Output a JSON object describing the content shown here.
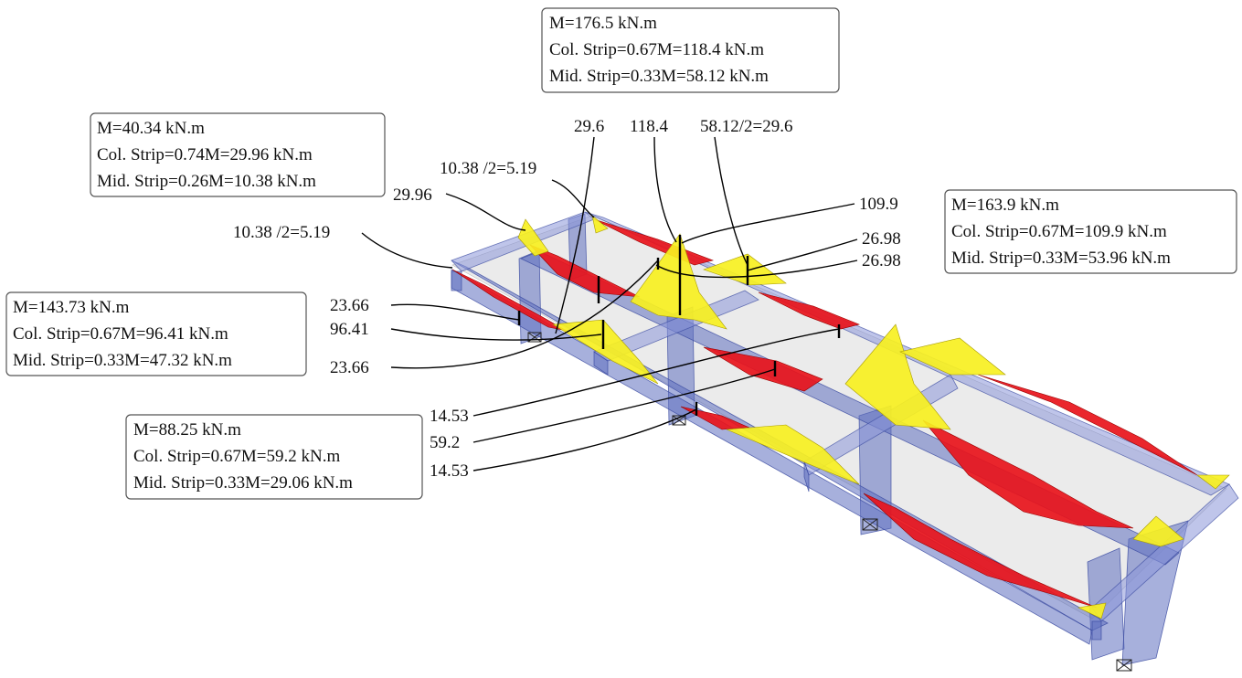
{
  "boxes": {
    "top": {
      "line1": "M=176.5 kN.m",
      "line2": "Col. Strip=0.67M=118.4 kN.m",
      "line3": "Mid. Strip=0.33M=58.12 kN.m"
    },
    "left_upper": {
      "line1": "M=40.34 kN.m",
      "line2": "Col. Strip=0.74M=29.96 kN.m",
      "line3": "Mid. Strip=0.26M=10.38 kN.m"
    },
    "right": {
      "line1": "M=163.9 kN.m",
      "line2": "Col. Strip=0.67M=109.9 kN.m",
      "line3": "Mid. Strip=0.33M=53.96 kN.m"
    },
    "left_mid": {
      "line1": "M=143.73 kN.m",
      "line2": "Col. Strip=0.67M=96.41 kN.m",
      "line3": "Mid. Strip=0.33M=47.32 kN.m"
    },
    "bottom": {
      "line1": "M=88.25 kN.m",
      "line2": "Col. Strip=0.67M=59.2 kN.m",
      "line3": "Mid. Strip=0.33M=29.06 kN.m"
    }
  },
  "labels": {
    "l_29_6": "29.6",
    "l_118_4": "118.4",
    "l_58_half": "58.12/2=29.6",
    "l_10_38_top": "10.38 /2=5.19",
    "l_29_96": "29.96",
    "l_109_9": "109.9",
    "l_10_38_left": "10.38 /2=5.19",
    "l_26_98_a": "26.98",
    "l_26_98_b": "26.98",
    "l_23_66_a": "23.66",
    "l_96_41": "96.41",
    "l_23_66_b": "23.66",
    "l_14_53_a": "14.53",
    "l_59_2": "59.2",
    "l_14_53_b": "14.53"
  },
  "colors": {
    "positive_moment": "#e8141b",
    "negative_moment": "#f7f021",
    "member": "#5f6fc0",
    "slab": "#e4e4e4"
  }
}
